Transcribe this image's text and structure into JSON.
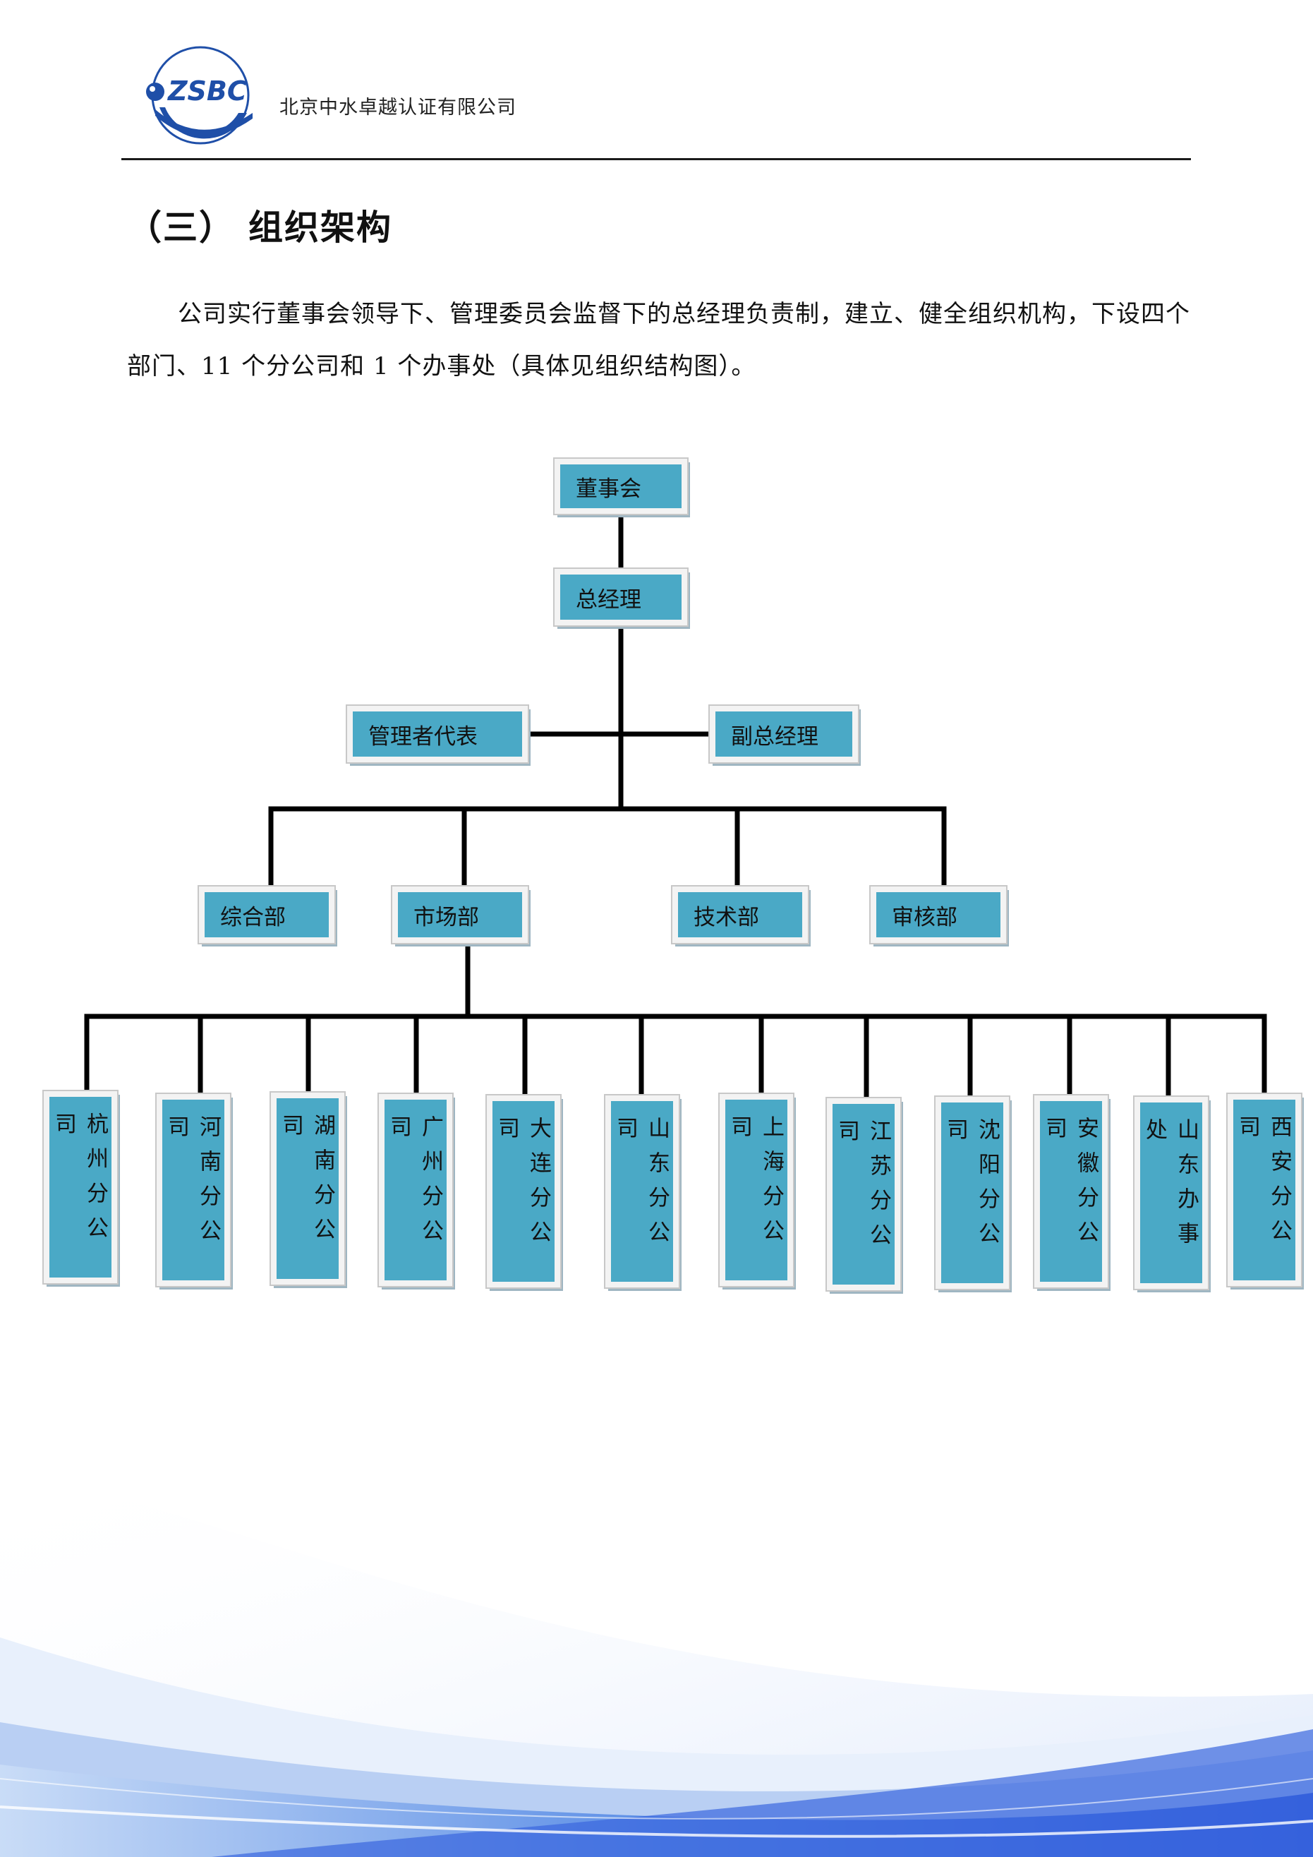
{
  "header": {
    "logo_text": "ZSBC",
    "company_name": "北京中水卓越认证有限公司"
  },
  "section": {
    "title": "（三） 组织架构",
    "paragraph": "公司实行董事会领导下、管理委员会监督下的总经理负责制，建立、健全组织机构，下设四个部门、11 个分公司和 1 个办事处（具体见组织结构图）。"
  },
  "org_chart": {
    "board": "董事会",
    "general_manager": "总经理",
    "management_rep": "管理者代表",
    "deputy_gm": "副总经理",
    "departments": [
      "综合部",
      "市场部",
      "技术部",
      "审核部"
    ],
    "branches": [
      "杭州分公司",
      "河南分公司",
      "湖南分公司",
      "广州分公司",
      "大连分公司",
      "山东分公司",
      "上海分公司",
      "江苏分公司",
      "沈阳分公司",
      "安徽分公司",
      "山东办事处",
      "西安分公司"
    ]
  },
  "colors": {
    "box_fill": "#4aa9c6",
    "line": "#000000",
    "logo_blue": "#1f4fa8"
  }
}
